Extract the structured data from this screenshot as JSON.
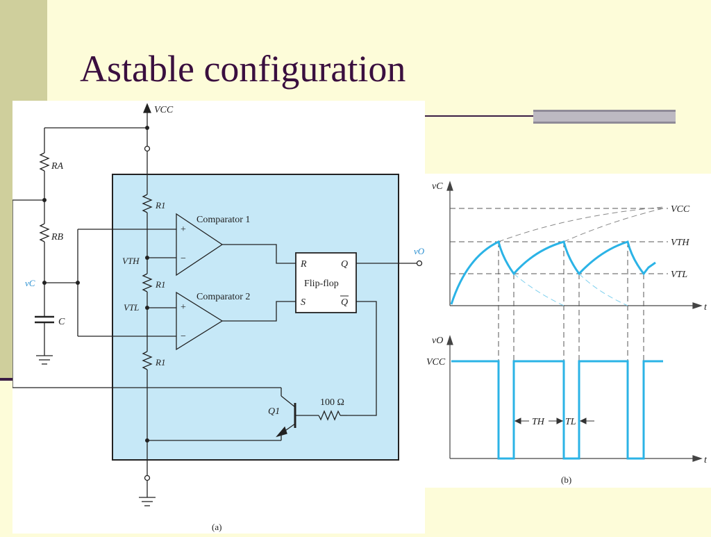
{
  "slide": {
    "title": "Astable configuration"
  },
  "circuit": {
    "vcc_label": "VCC",
    "ra_label": "RA",
    "rb_label": "RB",
    "vc_label": "vC",
    "c_label": "C",
    "r1_label": "R1",
    "vth_label": "VTH",
    "vtl_label": "VTL",
    "comparator1_label": "Comparator 1",
    "comparator2_label": "Comparator 2",
    "plus_sign": "+",
    "minus_sign": "−",
    "flipflop_label": "Flip-flop",
    "ff_r": "R",
    "ff_s": "S",
    "ff_q": "Q",
    "ff_qbar": "Q",
    "vo_label": "vO",
    "q1_label": "Q1",
    "resistor_label": "100 Ω",
    "caption": "(a)"
  },
  "waveform": {
    "vc_axis": "vC",
    "vo_axis": "vO",
    "t_label": "t",
    "vcc_level": "VCC",
    "vth_level": "VTH",
    "vtl_level": "VTL",
    "vcc_out": "VCC",
    "th_label": "TH",
    "tl_label": "TL",
    "caption": "(b)"
  },
  "colors": {
    "title": "#3a0f3f",
    "ic_fill": "#c6e8f7",
    "waveform": "#2bb3e6",
    "background": "#fdfcd9"
  }
}
